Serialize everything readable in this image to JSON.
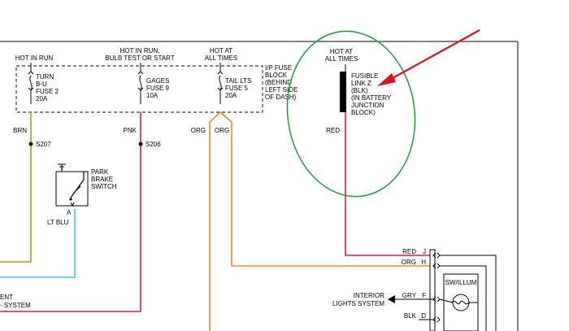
{
  "colors": {
    "brown": "#c88a2e",
    "pink": "#e0193f",
    "orange": "#f0892a",
    "red": "#e0193f",
    "cyan": "#3cc8e8",
    "highlight_circle": "#1f9a3a",
    "arrow": "#e0101e"
  },
  "fuse_block": {
    "hot_run": "HOT IN RUN",
    "hot_run_bulb_1": "HOT IN RUN,",
    "hot_run_bulb_2": "BULB TEST OR START",
    "hot_all_1": "HOT AT",
    "hot_all_2": "ALL TIMES",
    "block_label": [
      "I/P FUSE",
      "BLOCK",
      "(BEHIND",
      "LEFT SIDE",
      "OF DASH)"
    ],
    "fuses": [
      {
        "lines": [
          "TURN",
          "B-U",
          "FUSE 2",
          "20A"
        ]
      },
      {
        "lines": [
          "GAGES",
          "FUSE 9",
          "10A"
        ]
      },
      {
        "lines": [
          "TAIL LTS",
          "FUSE 5",
          "20A"
        ]
      }
    ]
  },
  "fusible_link": {
    "hot_1": "HOT AT",
    "hot_2": "ALL TIMES",
    "lines": [
      "FUSIBLE",
      "LINK Z",
      "(BLK)",
      "(IN BATTERY",
      "JUNCTION",
      "BLOCK)"
    ],
    "wire": "RED"
  },
  "wires": {
    "brn": "BRN",
    "pnk": "PNK",
    "org1": "ORG",
    "org2": "ORG",
    "s207": "S207",
    "s206": "S206",
    "lt_blu": "LT BLU",
    "a_label": "A"
  },
  "park_brake": [
    "PARK",
    "BRAKE",
    "SWITCH"
  ],
  "left_labels": [
    "ENT",
    "- SYSTEM"
  ],
  "connector": {
    "pins": [
      {
        "wire": "RED",
        "pin": "J"
      },
      {
        "wire": "ORG",
        "pin": "H"
      },
      {
        "wire": "GRY",
        "pin": "F"
      },
      {
        "wire": "BLK",
        "pin": "D"
      }
    ],
    "interior_1": "INTERIOR",
    "interior_2": "LIGHTS SYSTEM",
    "component": "SW/ILLUM"
  }
}
